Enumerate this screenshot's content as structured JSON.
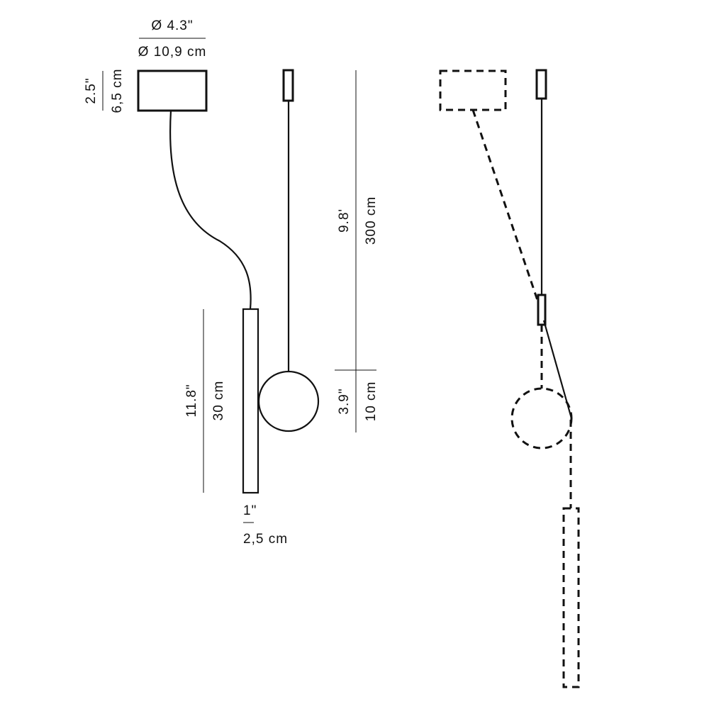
{
  "dimensions": {
    "canopy_diameter_in": "Ø 4.3\"",
    "canopy_diameter_cm": "Ø 10,9 cm",
    "canopy_height_in": "2.5\"",
    "canopy_height_cm": "6,5 cm",
    "cable_length_ft": "9.8'",
    "cable_length_cm": "300 cm",
    "sphere_diameter_in": "3.9\"",
    "sphere_diameter_cm": "10 cm",
    "tube_length_in": "11.8\"",
    "tube_length_cm": "30 cm",
    "tube_diameter_in": "1\"",
    "tube_diameter_cm": "2,5 cm"
  }
}
